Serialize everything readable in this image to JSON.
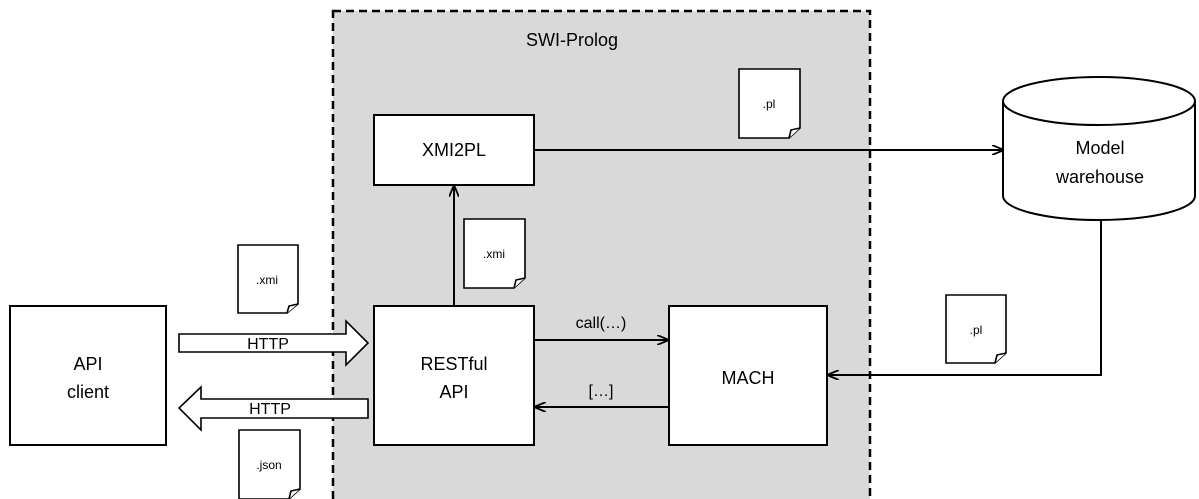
{
  "container": {
    "label": "SWI-Prolog"
  },
  "nodes": {
    "api_client": [
      "API",
      "client"
    ],
    "restful_api": [
      "RESTful",
      "API"
    ],
    "xmi2pl": "XMI2PL",
    "mach": "MACH",
    "model_warehouse": [
      "Model",
      "warehouse"
    ]
  },
  "documents": {
    "pl_top": ".pl",
    "xmi_mid": ".xmi",
    "xmi_client": ".xmi",
    "pl_right": ".pl",
    "json_client": ".json"
  },
  "edges": {
    "http_request": "HTTP",
    "http_response": "HTTP",
    "call": "call(…)",
    "result": "[…]"
  }
}
